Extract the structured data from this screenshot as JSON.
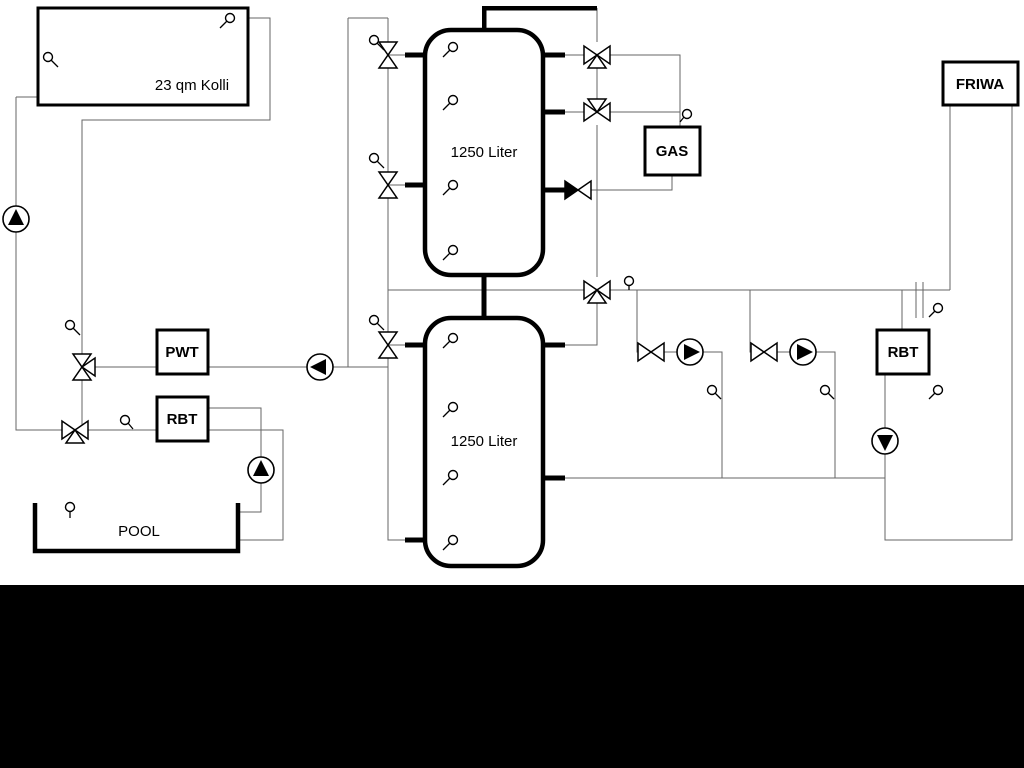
{
  "diagram": {
    "labels": {
      "collector": "23 qm Kolli",
      "tank1": "1250 Liter",
      "tank2": "1250 Liter",
      "pwt": "PWT",
      "rbt_left": "RBT",
      "rbt_right": "RBT",
      "gas": "GAS",
      "friwa": "FRIWA",
      "pool": "POOL"
    },
    "colors": {
      "pipe_gray": "#666666",
      "component_black": "#000000",
      "background": "#ffffff",
      "footer_bar": "#000000"
    },
    "symbols": {
      "pump": "circle-with-filled-triangle",
      "valve": "bowtie-hourglass",
      "three_way_valve": "bowtie-with-third-triangle",
      "sensor": "small-circle-with-stem",
      "tank": "rounded-vertical-vessel"
    }
  }
}
